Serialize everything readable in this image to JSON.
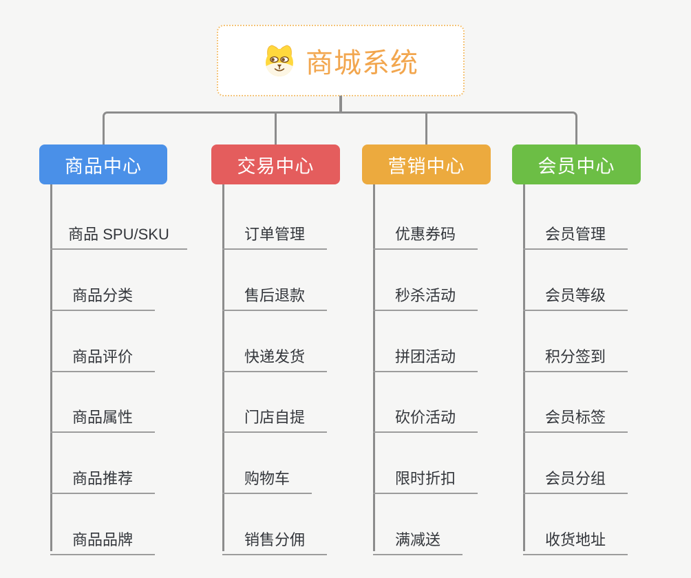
{
  "app": {
    "background_color": "#f6f6f5",
    "connector_color": "#8c8c8c",
    "underline_color": "#9c9c9c"
  },
  "root": {
    "title": "商城系统",
    "icon": "dog-face-icon",
    "text_color": "#f2a64e",
    "border_color": "#f4c377"
  },
  "branches": [
    {
      "label": "商品中心",
      "color": "#4a90e8",
      "items": [
        "商品 SPU/SKU",
        "商品分类",
        "商品评价",
        "商品属性",
        "商品推荐",
        "商品品牌"
      ]
    },
    {
      "label": "交易中心",
      "color": "#e45d5d",
      "items": [
        "订单管理",
        "售后退款",
        "快递发货",
        "门店自提",
        "购物车",
        "销售分佣"
      ]
    },
    {
      "label": "营销中心",
      "color": "#ecaa3e",
      "items": [
        "优惠券码",
        "秒杀活动",
        "拼团活动",
        "砍价活动",
        "限时折扣",
        "满减送"
      ]
    },
    {
      "label": "会员中心",
      "color": "#6cbe45",
      "items": [
        "会员管理",
        "会员等级",
        "积分签到",
        "会员标签",
        "会员分组",
        "收货地址"
      ]
    }
  ]
}
